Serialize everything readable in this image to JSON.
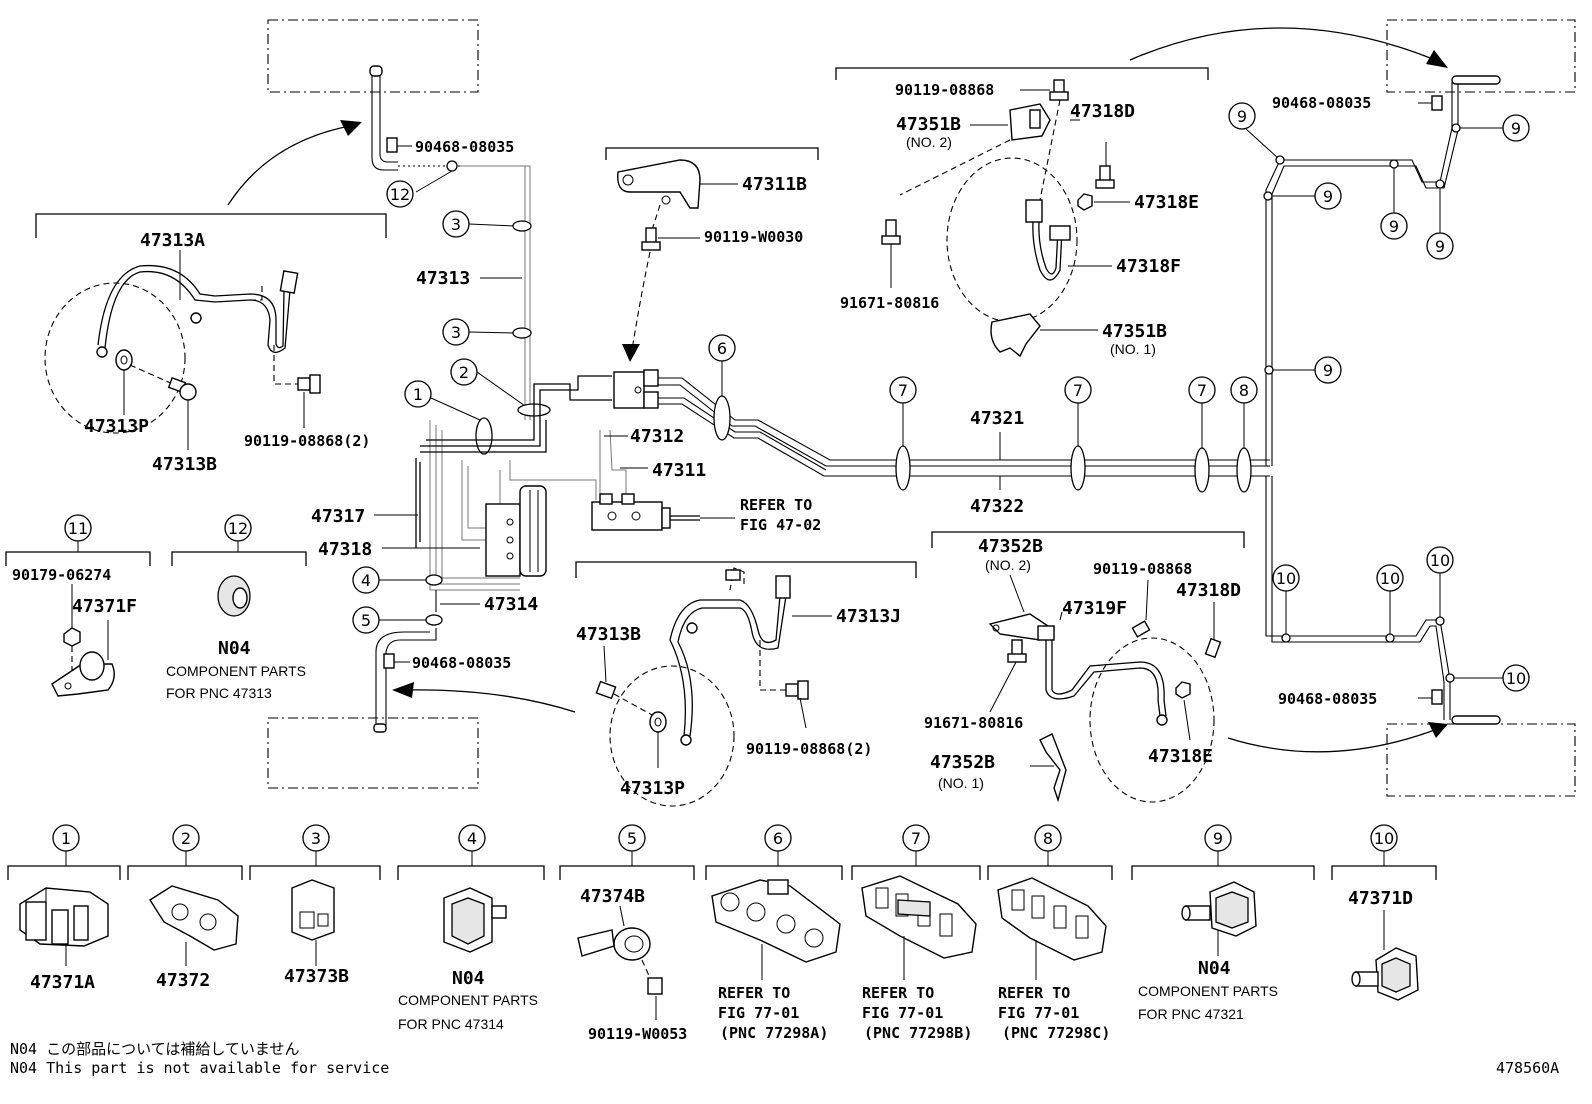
{
  "diagram_id": "478560A",
  "notes": {
    "line1": "N04 この部品については補給していません",
    "line2": "N04 This part is not available for service"
  },
  "callouts": {
    "c1": "1",
    "c2": "2",
    "c3": "3",
    "c4": "4",
    "c5": "5",
    "c6": "6",
    "c7": "7",
    "c8": "8",
    "c9": "9",
    "c10": "10",
    "c11": "11",
    "c12": "12"
  },
  "labels": {
    "p90468_08035": "90468-08035",
    "p47313A": "47313A",
    "p47313": "47313",
    "p47313P": "47313P",
    "p47313B": "47313B",
    "p90119_08868_2": "90119-08868(2)",
    "p47317": "47317",
    "p47318": "47318",
    "p47314": "47314",
    "p47312": "47312",
    "p47311": "47311",
    "refer_to": "REFER TO",
    "fig_47_02": "FIG 47-02",
    "p47311B": "47311B",
    "p90119_W0030": "90119-W0030",
    "p47321": "47321",
    "p47322": "47322",
    "p90119_08868": "90119-08868",
    "p47351B": "47351B",
    "no2": "(NO. 2)",
    "no1": "(NO. 1)",
    "p47318D": "47318D",
    "p47318E": "47318E",
    "p47318F": "47318F",
    "p91671_80816": "91671-80816",
    "p47352B": "47352B",
    "p47319F": "47319F",
    "p47313J": "47313J",
    "p90179_06274": "90179-06274",
    "p47371F": "47371F",
    "n04": "N04",
    "component_parts": "COMPONENT PARTS",
    "for_pnc_47313": "FOR PNC 47313",
    "for_pnc_47314": "FOR PNC 47314",
    "for_pnc_47321": "FOR PNC 47321",
    "p47371A": "47371A",
    "p47372": "47372",
    "p47373B": "47373B",
    "p47374B": "47374B",
    "p90119_W0053": "90119-W0053",
    "fig_77_01": "FIG 77-01",
    "pnc_77298A": "(PNC 77298A)",
    "pnc_77298B": "(PNC 77298B)",
    "pnc_77298C": "(PNC 77298C)",
    "p47371D": "47371D"
  }
}
